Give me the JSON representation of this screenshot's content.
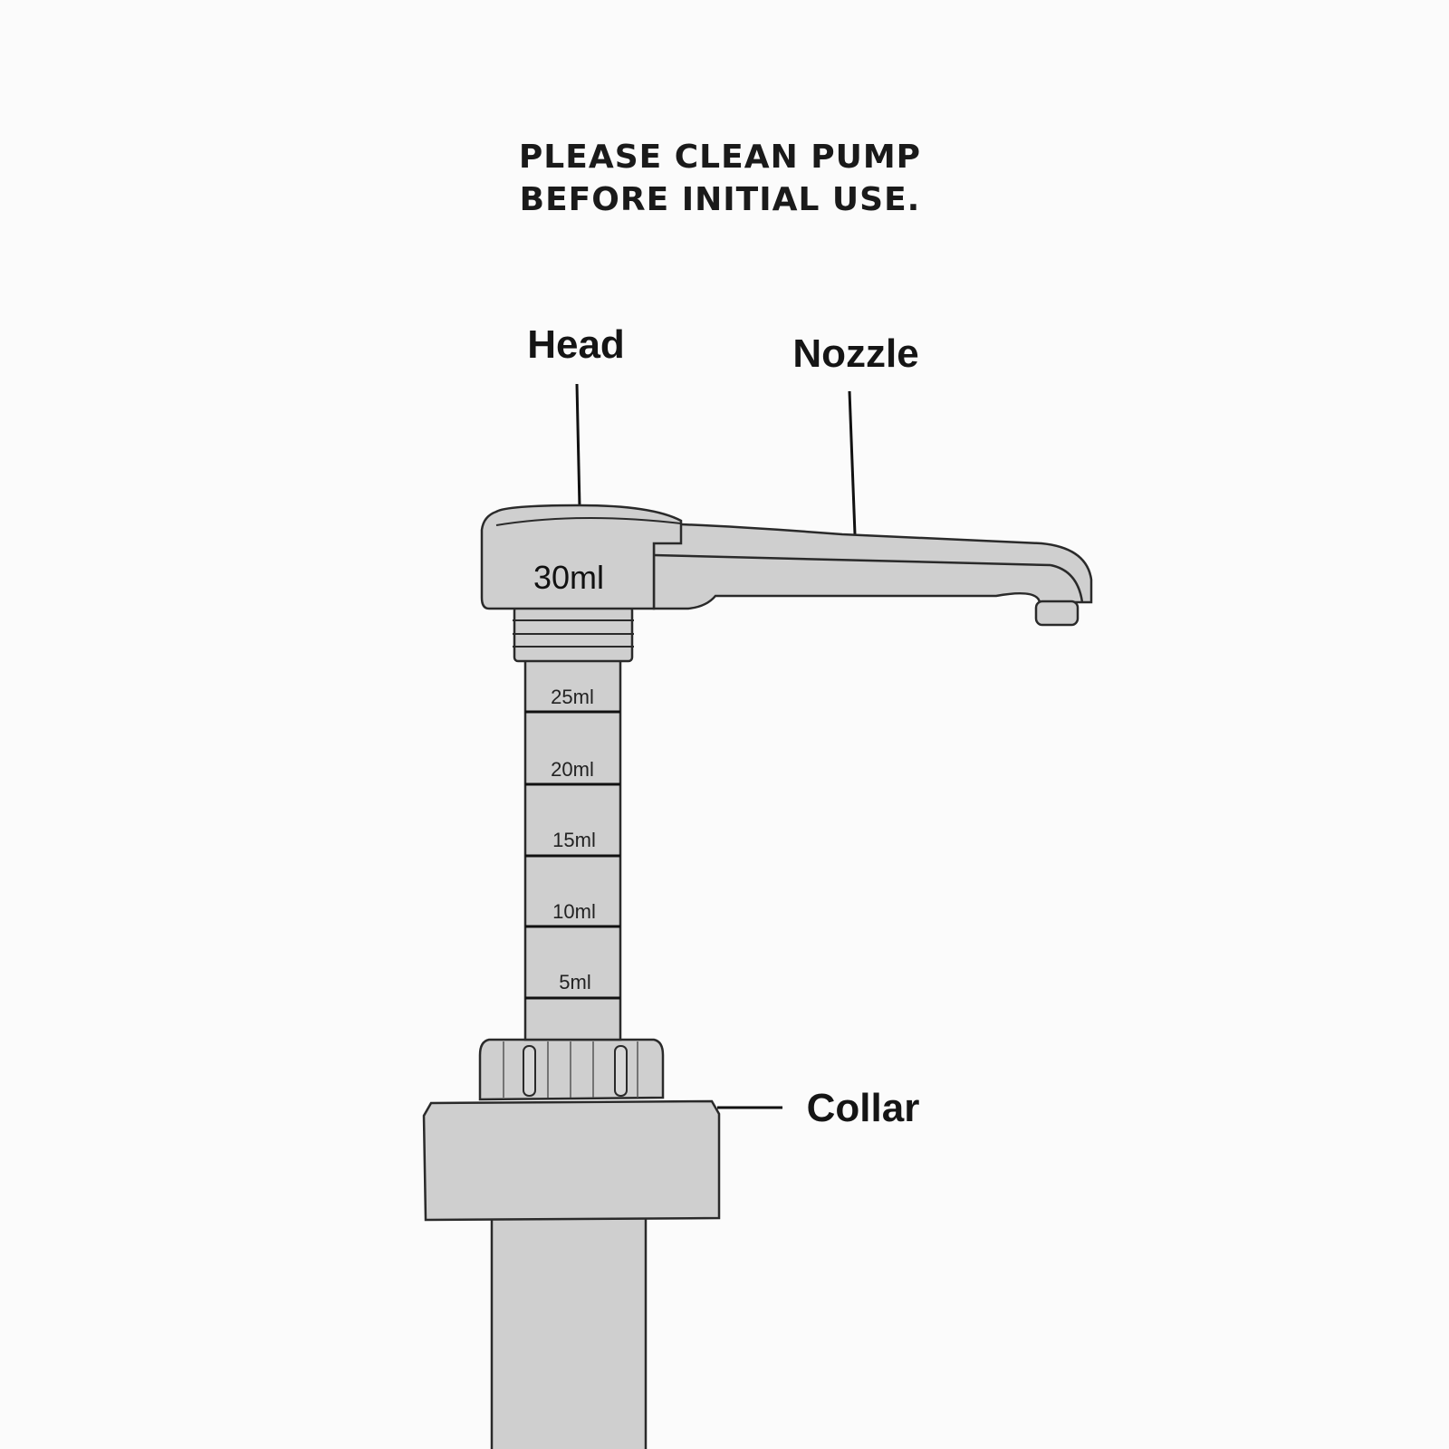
{
  "instruction": {
    "line1": "PLEASE CLEAN PUMP",
    "line2": "BEFORE INITIAL USE."
  },
  "labels": {
    "head": "Head",
    "nozzle": "Nozzle",
    "collar": "Collar"
  },
  "head_capacity": "30ml",
  "graduations": [
    "25ml",
    "20ml",
    "15ml",
    "10ml",
    "5ml"
  ],
  "colors": {
    "background": "#fbfbfb",
    "part_fill": "#cfcfcf",
    "outline": "#2a2a2a",
    "text": "#151515"
  }
}
